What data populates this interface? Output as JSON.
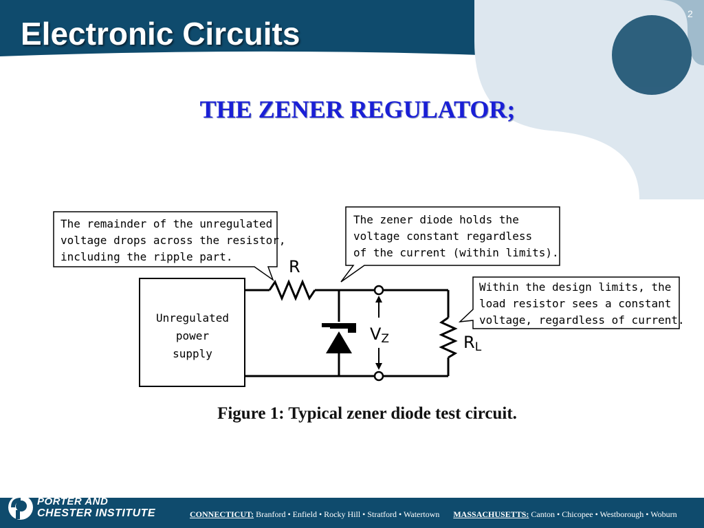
{
  "slide": {
    "title": "Electronic Circuits",
    "page_number": "2",
    "subtitle": "THE ZENER REGULATOR;"
  },
  "diagram": {
    "callout_resistor": [
      "The remainder of the unregulated",
      "voltage drops across the resistor,",
      "including the ripple part."
    ],
    "callout_zener": [
      "The zener diode holds the",
      "voltage constant regardless",
      "of the current (within limits)."
    ],
    "callout_load": [
      "Within the design limits, the",
      "load resistor sees a constant",
      "voltage, regardless of current."
    ],
    "supply_label": [
      "Unregulated",
      "power",
      "supply"
    ],
    "resistor_label": "R",
    "vz_label": "V",
    "vz_sub": "Z",
    "load_label": "R",
    "load_sub": "L",
    "caption": "Figure 1: Typical zener diode test circuit."
  },
  "footer": {
    "brand_line1": "PORTER AND",
    "brand_line2": "CHESTER INSTITUTE",
    "ct_label": "CONNECTICUT:",
    "ct_towns": "Branford • Enfield • Rocky Hill • Stratford • Watertown",
    "ma_label": "MASSACHUSETTS:",
    "ma_towns": "Canton • Chicopee • Westborough • Woburn"
  },
  "colors": {
    "header_blue": "#0f4b6d",
    "subtitle_blue": "#1a1fd6",
    "watermark": "#dde7ef"
  }
}
